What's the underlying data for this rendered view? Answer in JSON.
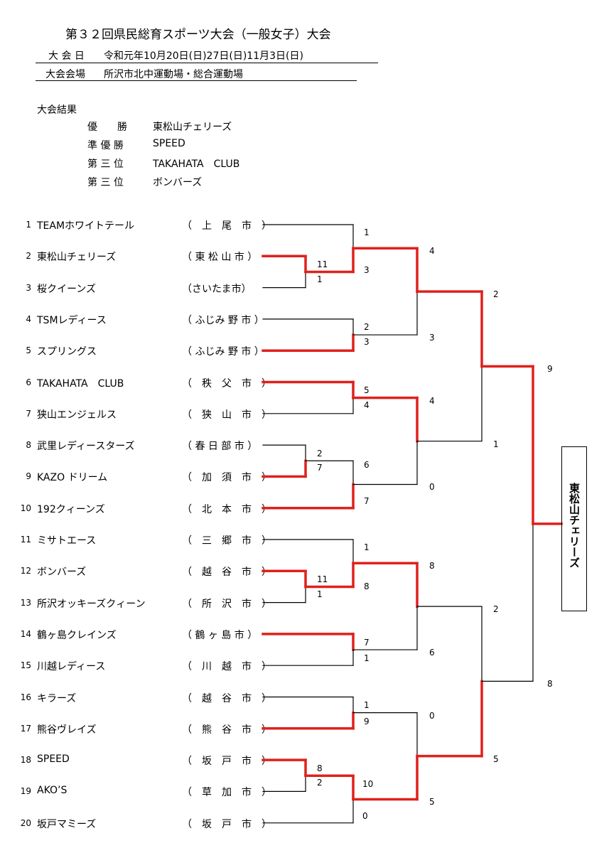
{
  "header": {
    "title": "第３２回県民総育スポーツ大会（一般女子）大会",
    "date_label": "大 会 日",
    "date_value": "令和元年10月20日(日)27日(日)11月3日(日)",
    "venue_label": "大会会場",
    "venue_value": "所沢市北中運動場・総合運動場"
  },
  "results": {
    "heading": "大会結果",
    "rows": [
      {
        "label": "優　　勝",
        "team": "東松山チェリーズ"
      },
      {
        "label": "準 優 勝",
        "team": "SPEED"
      },
      {
        "label": "第 三 位",
        "team": "TAKAHATA　CLUB"
      },
      {
        "label": "第 三 位",
        "team": "ボンバーズ"
      }
    ]
  },
  "teams": [
    {
      "no": "1",
      "name": "TEAMホワイトテール",
      "city": "（　上　尾　市　）"
    },
    {
      "no": "2",
      "name": "東松山チェリーズ",
      "city": "（ 東 松 山 市 ）"
    },
    {
      "no": "3",
      "name": "桜クイーンズ",
      "city": "（さいたま市）"
    },
    {
      "no": "4",
      "name": "TSMレディース",
      "city": "（ ふじみ 野 市 ）"
    },
    {
      "no": "5",
      "name": "スプリングス",
      "city": "（ ふじみ 野 市 ）"
    },
    {
      "no": "6",
      "name": "TAKAHATA　CLUB",
      "city": "（　秩　父　市　）"
    },
    {
      "no": "7",
      "name": "狭山エンジェルス",
      "city": "（　狭　山　市　）"
    },
    {
      "no": "8",
      "name": "武里レディースターズ",
      "city": "（ 春 日 部 市 ）"
    },
    {
      "no": "9",
      "name": "KAZO ドリーム",
      "city": "（　加　須　市　）"
    },
    {
      "no": "10",
      "name": "192クィーンズ",
      "city": "（　北　本　市　）"
    },
    {
      "no": "11",
      "name": "ミサトエース",
      "city": "（　三　郷　市　）"
    },
    {
      "no": "12",
      "name": "ボンバーズ",
      "city": "（　越　谷　市　）"
    },
    {
      "no": "13",
      "name": "所沢オッキーズクィーン",
      "city": "（　所　沢　市　）"
    },
    {
      "no": "14",
      "name": "鶴ヶ島クレインズ",
      "city": "（ 鶴 ヶ 島 市 ）"
    },
    {
      "no": "15",
      "name": "川越レディース",
      "city": "（　川　越　市　）"
    },
    {
      "no": "16",
      "name": "キラーズ",
      "city": "（　越　谷　市　）"
    },
    {
      "no": "17",
      "name": "熊谷ヴレイズ",
      "city": "（　熊　谷　市　）"
    },
    {
      "no": "18",
      "name": "SPEED",
      "city": "（　坂　戸　市　）"
    },
    {
      "no": "19",
      "name": "AKO’S",
      "city": "（　草　加　市　）"
    },
    {
      "no": "20",
      "name": "坂戸マミーズ",
      "city": "（　坂　戸　市　）"
    }
  ],
  "scores": {
    "pre_2v3": [
      "11",
      "1"
    ],
    "pre_8v9": [
      "2",
      "7"
    ],
    "pre_12v13": [
      "11",
      "1"
    ],
    "pre_18v19": [
      "8",
      "2"
    ],
    "r1_m1": [
      "1",
      "3"
    ],
    "r1_m2": [
      "2",
      "3"
    ],
    "r1_m3": [
      "5",
      "4"
    ],
    "r1_m4": [
      "6",
      "7"
    ],
    "r1_m5": [
      "1",
      "8"
    ],
    "r1_m6": [
      "7",
      "1"
    ],
    "r1_m7": [
      "1",
      "9"
    ],
    "r1_m8": [
      "10",
      "0"
    ],
    "qf_1": [
      "4",
      "3"
    ],
    "qf_2": [
      "4",
      "0"
    ],
    "qf_3": [
      "8",
      "6"
    ],
    "qf_4": [
      "0",
      "5"
    ],
    "sf_1": [
      "2",
      "1"
    ],
    "sf_2": [
      "2",
      "5"
    ],
    "final": [
      "9",
      "8"
    ]
  },
  "champion": "東松山チェリーズ",
  "colors": {
    "winner_line": "#e0201c",
    "line": "#000000"
  }
}
